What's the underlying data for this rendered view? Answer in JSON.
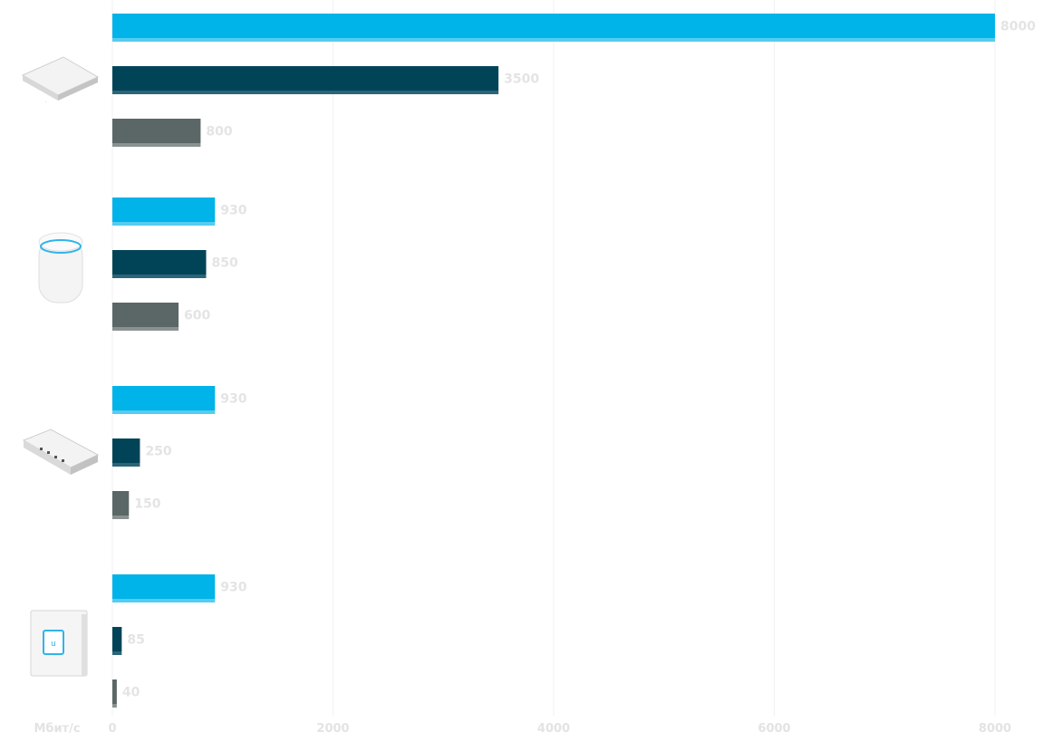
{
  "chart_data": {
    "type": "bar",
    "orientation": "horizontal",
    "unit_label": "Мбит/с",
    "xlim": [
      0,
      8000
    ],
    "x_ticks": [
      0,
      2000,
      4000,
      6000,
      8000
    ],
    "grid": true,
    "legend": "none",
    "groups": [
      {
        "device": "rackmount-gateway-icon",
        "values": [
          8000,
          3500,
          800
        ]
      },
      {
        "device": "cylinder-cloud-key-icon",
        "values": [
          930,
          850,
          600
        ]
      },
      {
        "device": "desktop-router-icon",
        "values": [
          930,
          250,
          150
        ]
      },
      {
        "device": "wall-gateway-icon",
        "values": [
          930,
          85,
          40
        ]
      }
    ],
    "series_colors": [
      "#00b3e8",
      "#014458",
      "#5b6766"
    ],
    "series_shadow_colors": [
      "#55ccf0",
      "#2c6578",
      "#8a9291"
    ]
  }
}
